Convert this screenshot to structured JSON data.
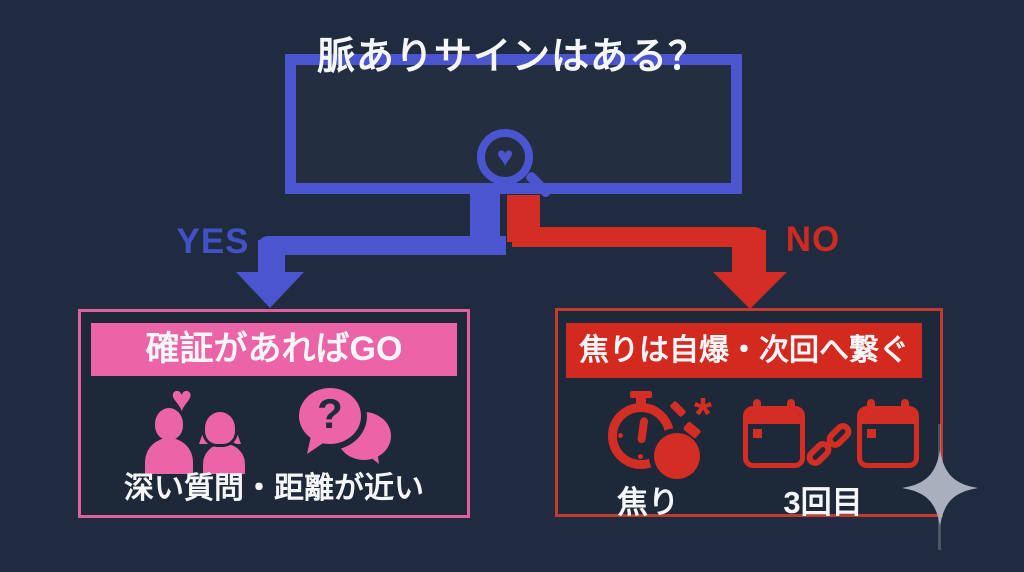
{
  "title": "脈ありサインはある？",
  "branch_yes": {
    "label": "YES"
  },
  "branch_no": {
    "label": "NO"
  },
  "root_icon": {
    "heart_glyph": "♥"
  },
  "yes_box": {
    "header": "確証があればGO",
    "caption": "深い質問・距離が近い",
    "heart_glyph": "♥",
    "bubble_question_mark": "?"
  },
  "no_box": {
    "header": "焦りは自爆・次回へ繋ぐ",
    "item1_label": "焦り",
    "item2_label": "3回目",
    "spark_glyph": "*"
  },
  "colors": {
    "background": "#1f2b3e",
    "blue_accent": "#4a55cf",
    "red_accent": "#d32d24",
    "pink_accent": "#ec64a8",
    "white_text": "#f5f6f7",
    "sparkle_gray": "#a9afbc"
  }
}
